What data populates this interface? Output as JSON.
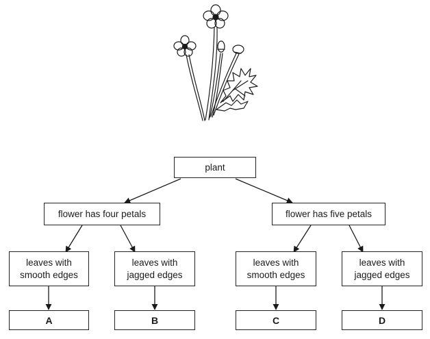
{
  "illustration": {
    "icon": "buttercup-plant-drawing"
  },
  "key": {
    "root": "plant",
    "left_branch": "flower has four petals",
    "right_branch": "flower has five petals",
    "leaves": [
      {
        "line1": "leaves with",
        "line2": "smooth edges",
        "result": "A"
      },
      {
        "line1": "leaves with",
        "line2": "jagged edges",
        "result": "B"
      },
      {
        "line1": "leaves with",
        "line2": "smooth edges",
        "result": "C"
      },
      {
        "line1": "leaves with",
        "line2": "jagged edges",
        "result": "D"
      }
    ]
  }
}
